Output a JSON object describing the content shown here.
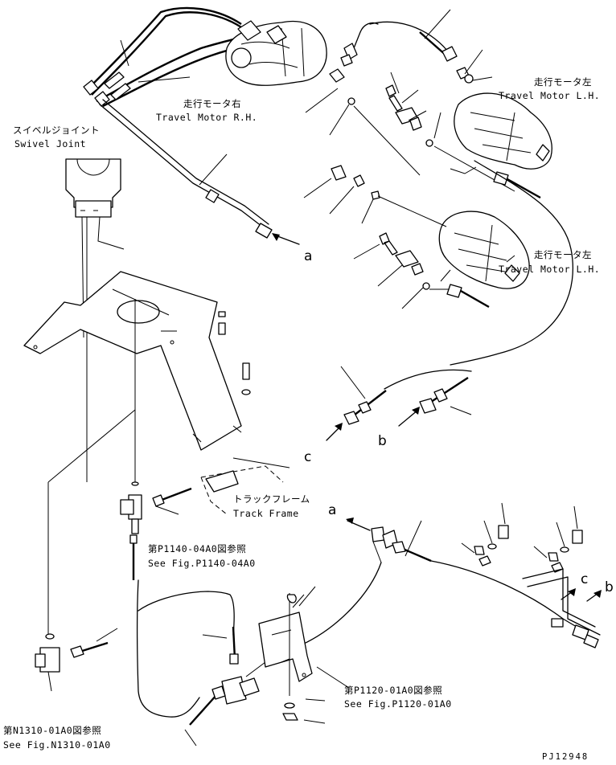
{
  "labels": {
    "swivel_jp": "スイベルジョイント",
    "swivel_en": "Swivel Joint",
    "travel_rh_jp": "走行モータ右",
    "travel_rh_en": "Travel Motor R.H.",
    "travel_lh1_jp": "走行モータ左",
    "travel_lh1_en": "Travel Motor L.H.",
    "travel_lh2_jp": "走行モータ左",
    "travel_lh2_en": "Travel Motor L.H.",
    "track_jp": "トラックフレーム",
    "track_en": "Track Frame",
    "ref1_jp": "第P1140-04A0図参照",
    "ref1_en": "See Fig.P1140-04A0",
    "ref2_jp": "第P1120-01A0図参照",
    "ref2_en": "See Fig.P1120-01A0",
    "ref3_jp": "第N1310-01A0図参照",
    "ref3_en": "See Fig.N1310-01A0"
  },
  "markers": {
    "a_top": "a",
    "a_bottom": "a",
    "b_mid": "b",
    "b_right": "b",
    "c_mid": "c",
    "c_right": "c"
  },
  "drawing_code": "PJ12948"
}
